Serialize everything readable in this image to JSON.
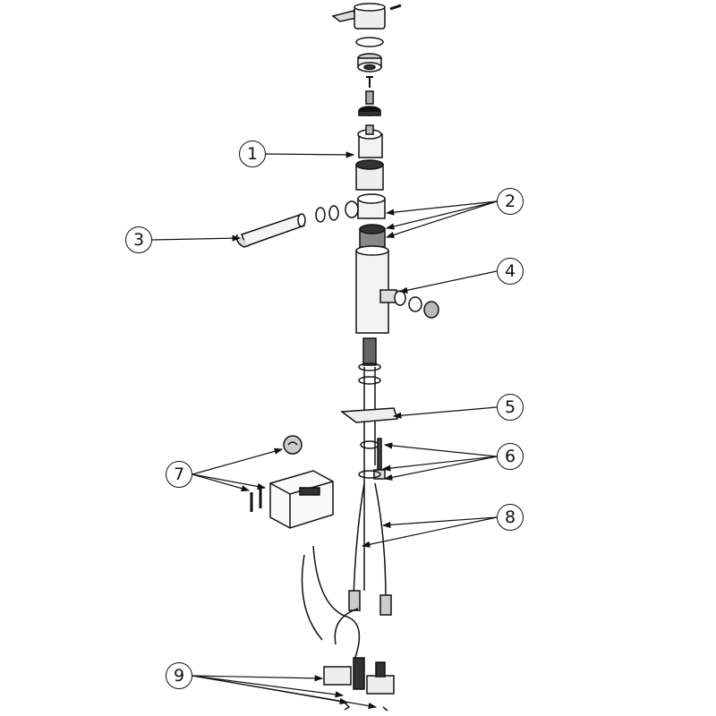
{
  "diagram": {
    "type": "exploded parts view",
    "line_color": "#111111",
    "callouts": [
      {
        "label": "1"
      },
      {
        "label": "2"
      },
      {
        "label": "3"
      },
      {
        "label": "4"
      },
      {
        "label": "5"
      },
      {
        "label": "6"
      },
      {
        "label": "7"
      },
      {
        "label": "8"
      },
      {
        "label": "9"
      }
    ]
  }
}
